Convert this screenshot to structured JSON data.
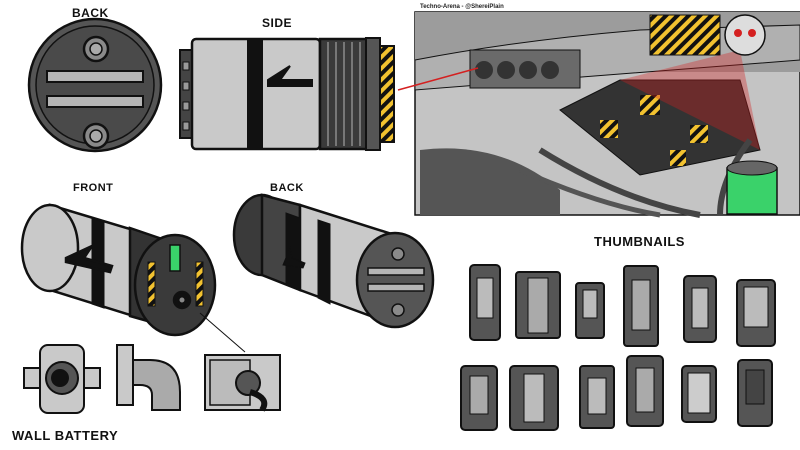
{
  "labels": {
    "back_top": "BACK",
    "side": "SIDE",
    "front": "FRONT",
    "back_bottom": "BACK",
    "thumbnails": "THUMBNAILS",
    "wall_battery": "WALL BATTERY"
  },
  "credit": "Techno-Arena - @ShereiPlain",
  "colors": {
    "ink": "#111111",
    "body_grey": "#c8c8c8",
    "dark_grey": "#555555",
    "hazard_yellow": "#f2c230",
    "glow_green": "#3ad26a",
    "laser_red": "#d42020"
  }
}
